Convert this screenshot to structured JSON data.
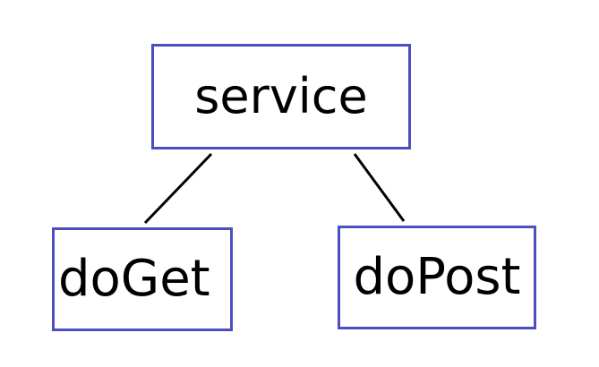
{
  "diagram": {
    "nodes": {
      "service": "service",
      "doget": "doGet",
      "dopost": "doPost"
    },
    "edges": [
      {
        "from": "service",
        "to": "doGet"
      },
      {
        "from": "service",
        "to": "doPost"
      }
    ]
  },
  "colors": {
    "node_border": "#4a4fc2",
    "edge": "#000000",
    "text": "#000000",
    "background": "#ffffff"
  }
}
